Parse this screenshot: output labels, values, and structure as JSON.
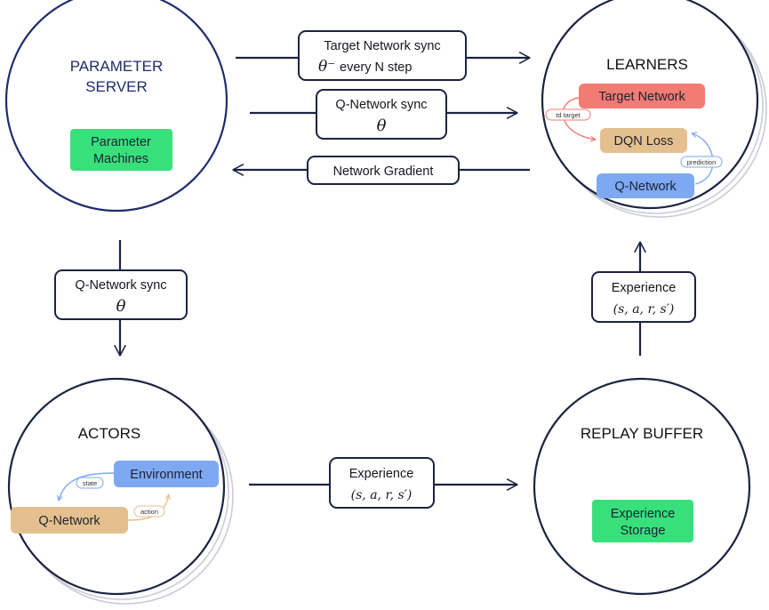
{
  "nodes": {
    "parameter_server": {
      "title_line1": "PARAMETER",
      "title_line2": "SERVER",
      "chip": "Parameter",
      "chip_line2": "Machines"
    },
    "learners": {
      "title": "LEARNERS",
      "target_network": "Target Network",
      "dqn_loss": "DQN Loss",
      "q_network": "Q-Network",
      "td_target": "td target",
      "prediction": "prediction"
    },
    "actors": {
      "title": "ACTORS",
      "environment": "Environment",
      "q_network": "Q-Network",
      "state": "state",
      "action": "action"
    },
    "replay_buffer": {
      "title": "REPLAY BUFFER",
      "chip": "Experience",
      "chip_line2": "Storage"
    }
  },
  "edges": {
    "target_sync": {
      "line1": "Target Network sync",
      "symbol": "θ⁻",
      "line2": "every N step"
    },
    "q_sync_top": {
      "line1": "Q-Network sync",
      "symbol": "θ"
    },
    "gradient": {
      "line1": "Network Gradient"
    },
    "q_sync_left": {
      "line1": "Q-Network sync",
      "symbol": "θ"
    },
    "experience_right": {
      "line1": "Experience",
      "math": "(s, a, r, s′)"
    },
    "experience_bottom": {
      "line1": "Experience",
      "math": "(s, a, r, s′)"
    }
  },
  "colors": {
    "green": "#38e07b",
    "red": "#f27b74",
    "tan": "#e5c08f",
    "blue": "#7ea8f2",
    "navy": "#1e2d6b"
  }
}
